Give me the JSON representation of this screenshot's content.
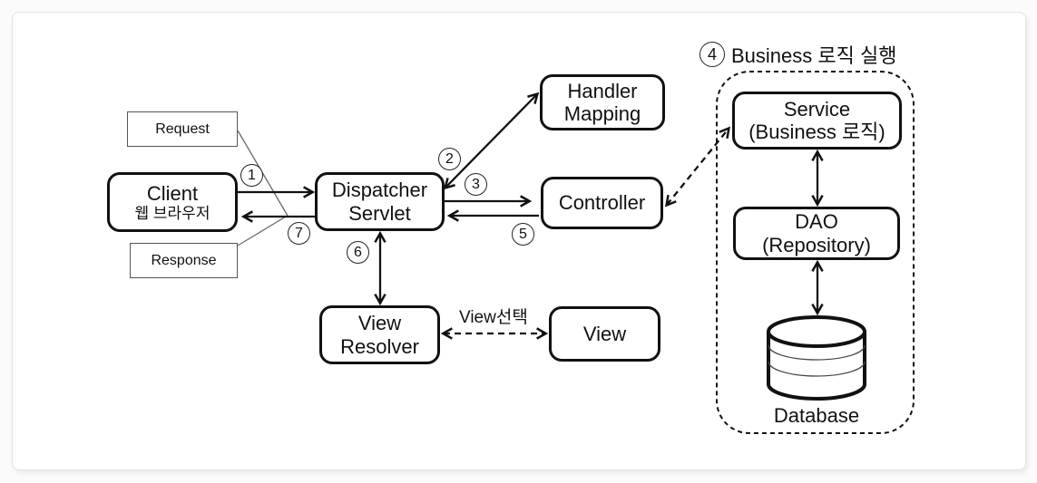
{
  "nodes": {
    "client": {
      "line1": "Client",
      "line2": "웹 브라우저"
    },
    "dispatcher": {
      "line1": "Dispatcher",
      "line2": "Servlet"
    },
    "handler_mapping": {
      "line1": "Handler",
      "line2": "Mapping"
    },
    "controller": {
      "line1": "Controller"
    },
    "view_resolver": {
      "line1": "View",
      "line2": "Resolver"
    },
    "view": {
      "line1": "View"
    },
    "service": {
      "line1": "Service",
      "line2": "(Business 로직)"
    },
    "dao": {
      "line1": "DAO",
      "line2": "(Repository)"
    },
    "database": {
      "label": "Database"
    }
  },
  "callouts": {
    "request": "Request",
    "response": "Response"
  },
  "steps": {
    "s1": "1",
    "s2": "2",
    "s3": "3",
    "s4": "4",
    "s5": "5",
    "s6": "6",
    "s7": "7"
  },
  "group": {
    "title": "Business 로직 실행"
  },
  "edge_labels": {
    "view_select": "View선택"
  },
  "colors": {
    "stroke": "#111111",
    "callout_line": "#6b6b6b",
    "card_border": "#e3e3e3"
  }
}
